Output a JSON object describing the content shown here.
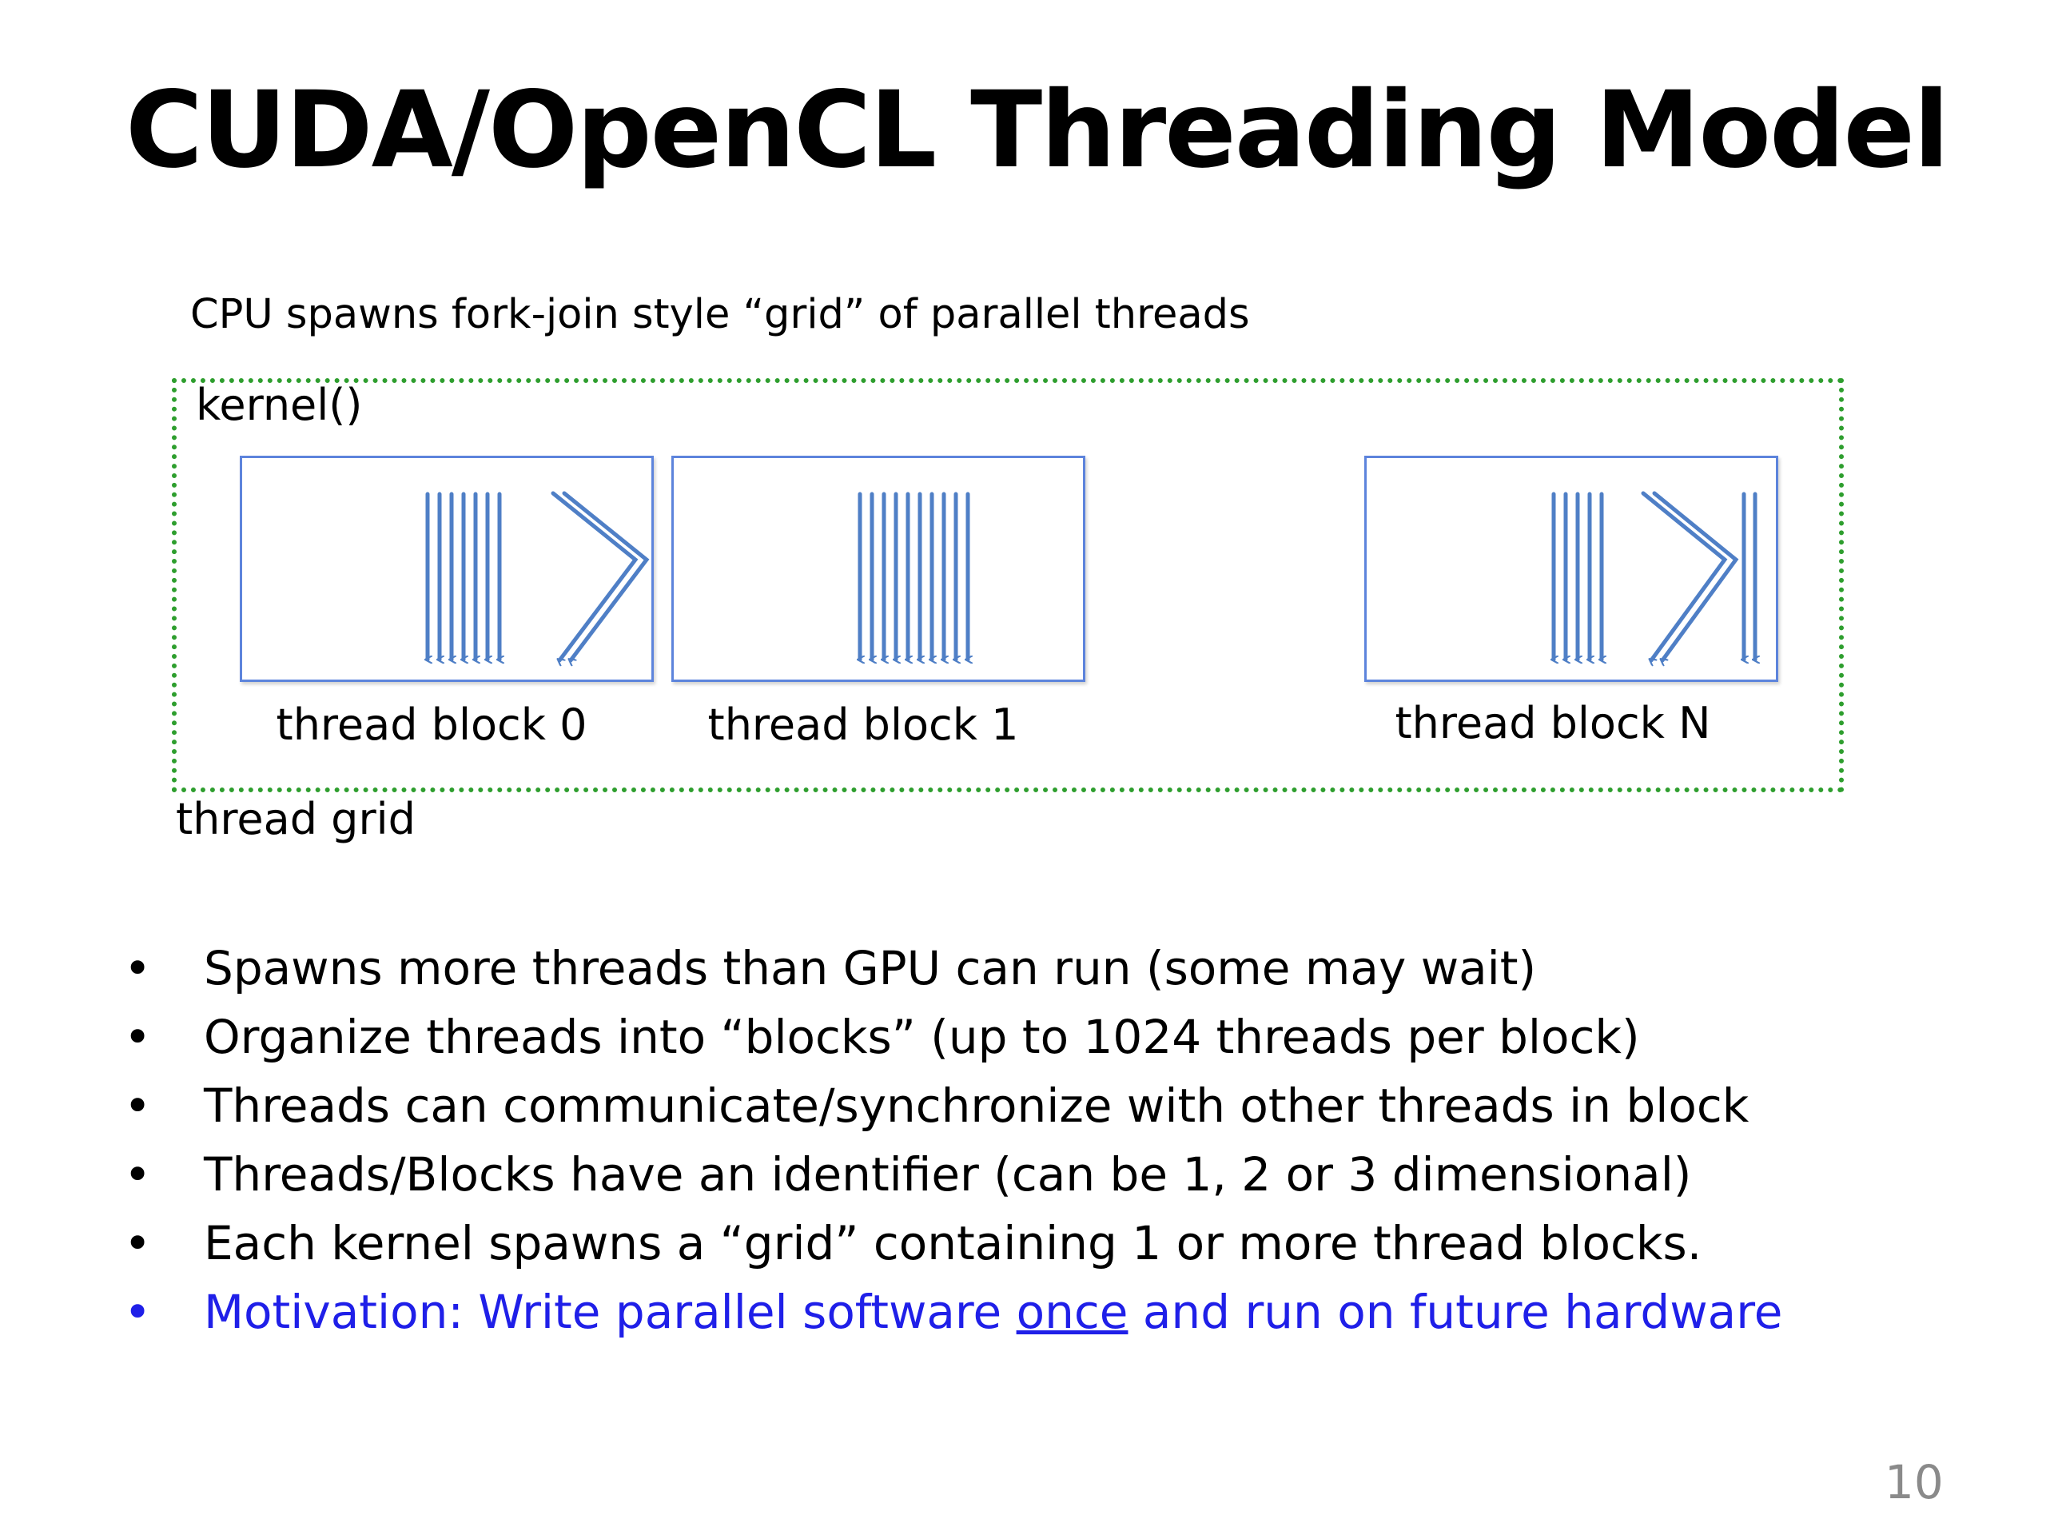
{
  "slide": {
    "title": "CUDA/OpenCL Threading Model",
    "page_number": "10"
  },
  "diagram": {
    "caption": "CPU spawns fork-join style “grid” of parallel threads",
    "kernel_label": "kernel()",
    "grid_label": "thread grid",
    "blocks": [
      {
        "label": "thread block 0"
      },
      {
        "label": "thread block 1"
      },
      {
        "label": "thread block N"
      }
    ],
    "colors": {
      "grid_border": "#2e9e2e",
      "block_border": "#5d84dc",
      "thread_arrow": "#4f7fc6"
    }
  },
  "bullets": [
    {
      "text": "Spawns more threads than GPU can run (some may wait)"
    },
    {
      "text": "Organize threads into “blocks” (up to 1024 threads per block)"
    },
    {
      "text": "Threads can communicate/synchronize with other threads in block"
    },
    {
      "text": "Threads/Blocks have an identifier (can be 1, 2 or 3 dimensional)"
    },
    {
      "text": "Each kernel spawns a “grid” containing 1 or more thread blocks."
    }
  ],
  "motivation": {
    "before": "Motivation: Write parallel software ",
    "underlined": "once",
    "after": " and run on future hardware",
    "color": "#1f1fe8"
  }
}
